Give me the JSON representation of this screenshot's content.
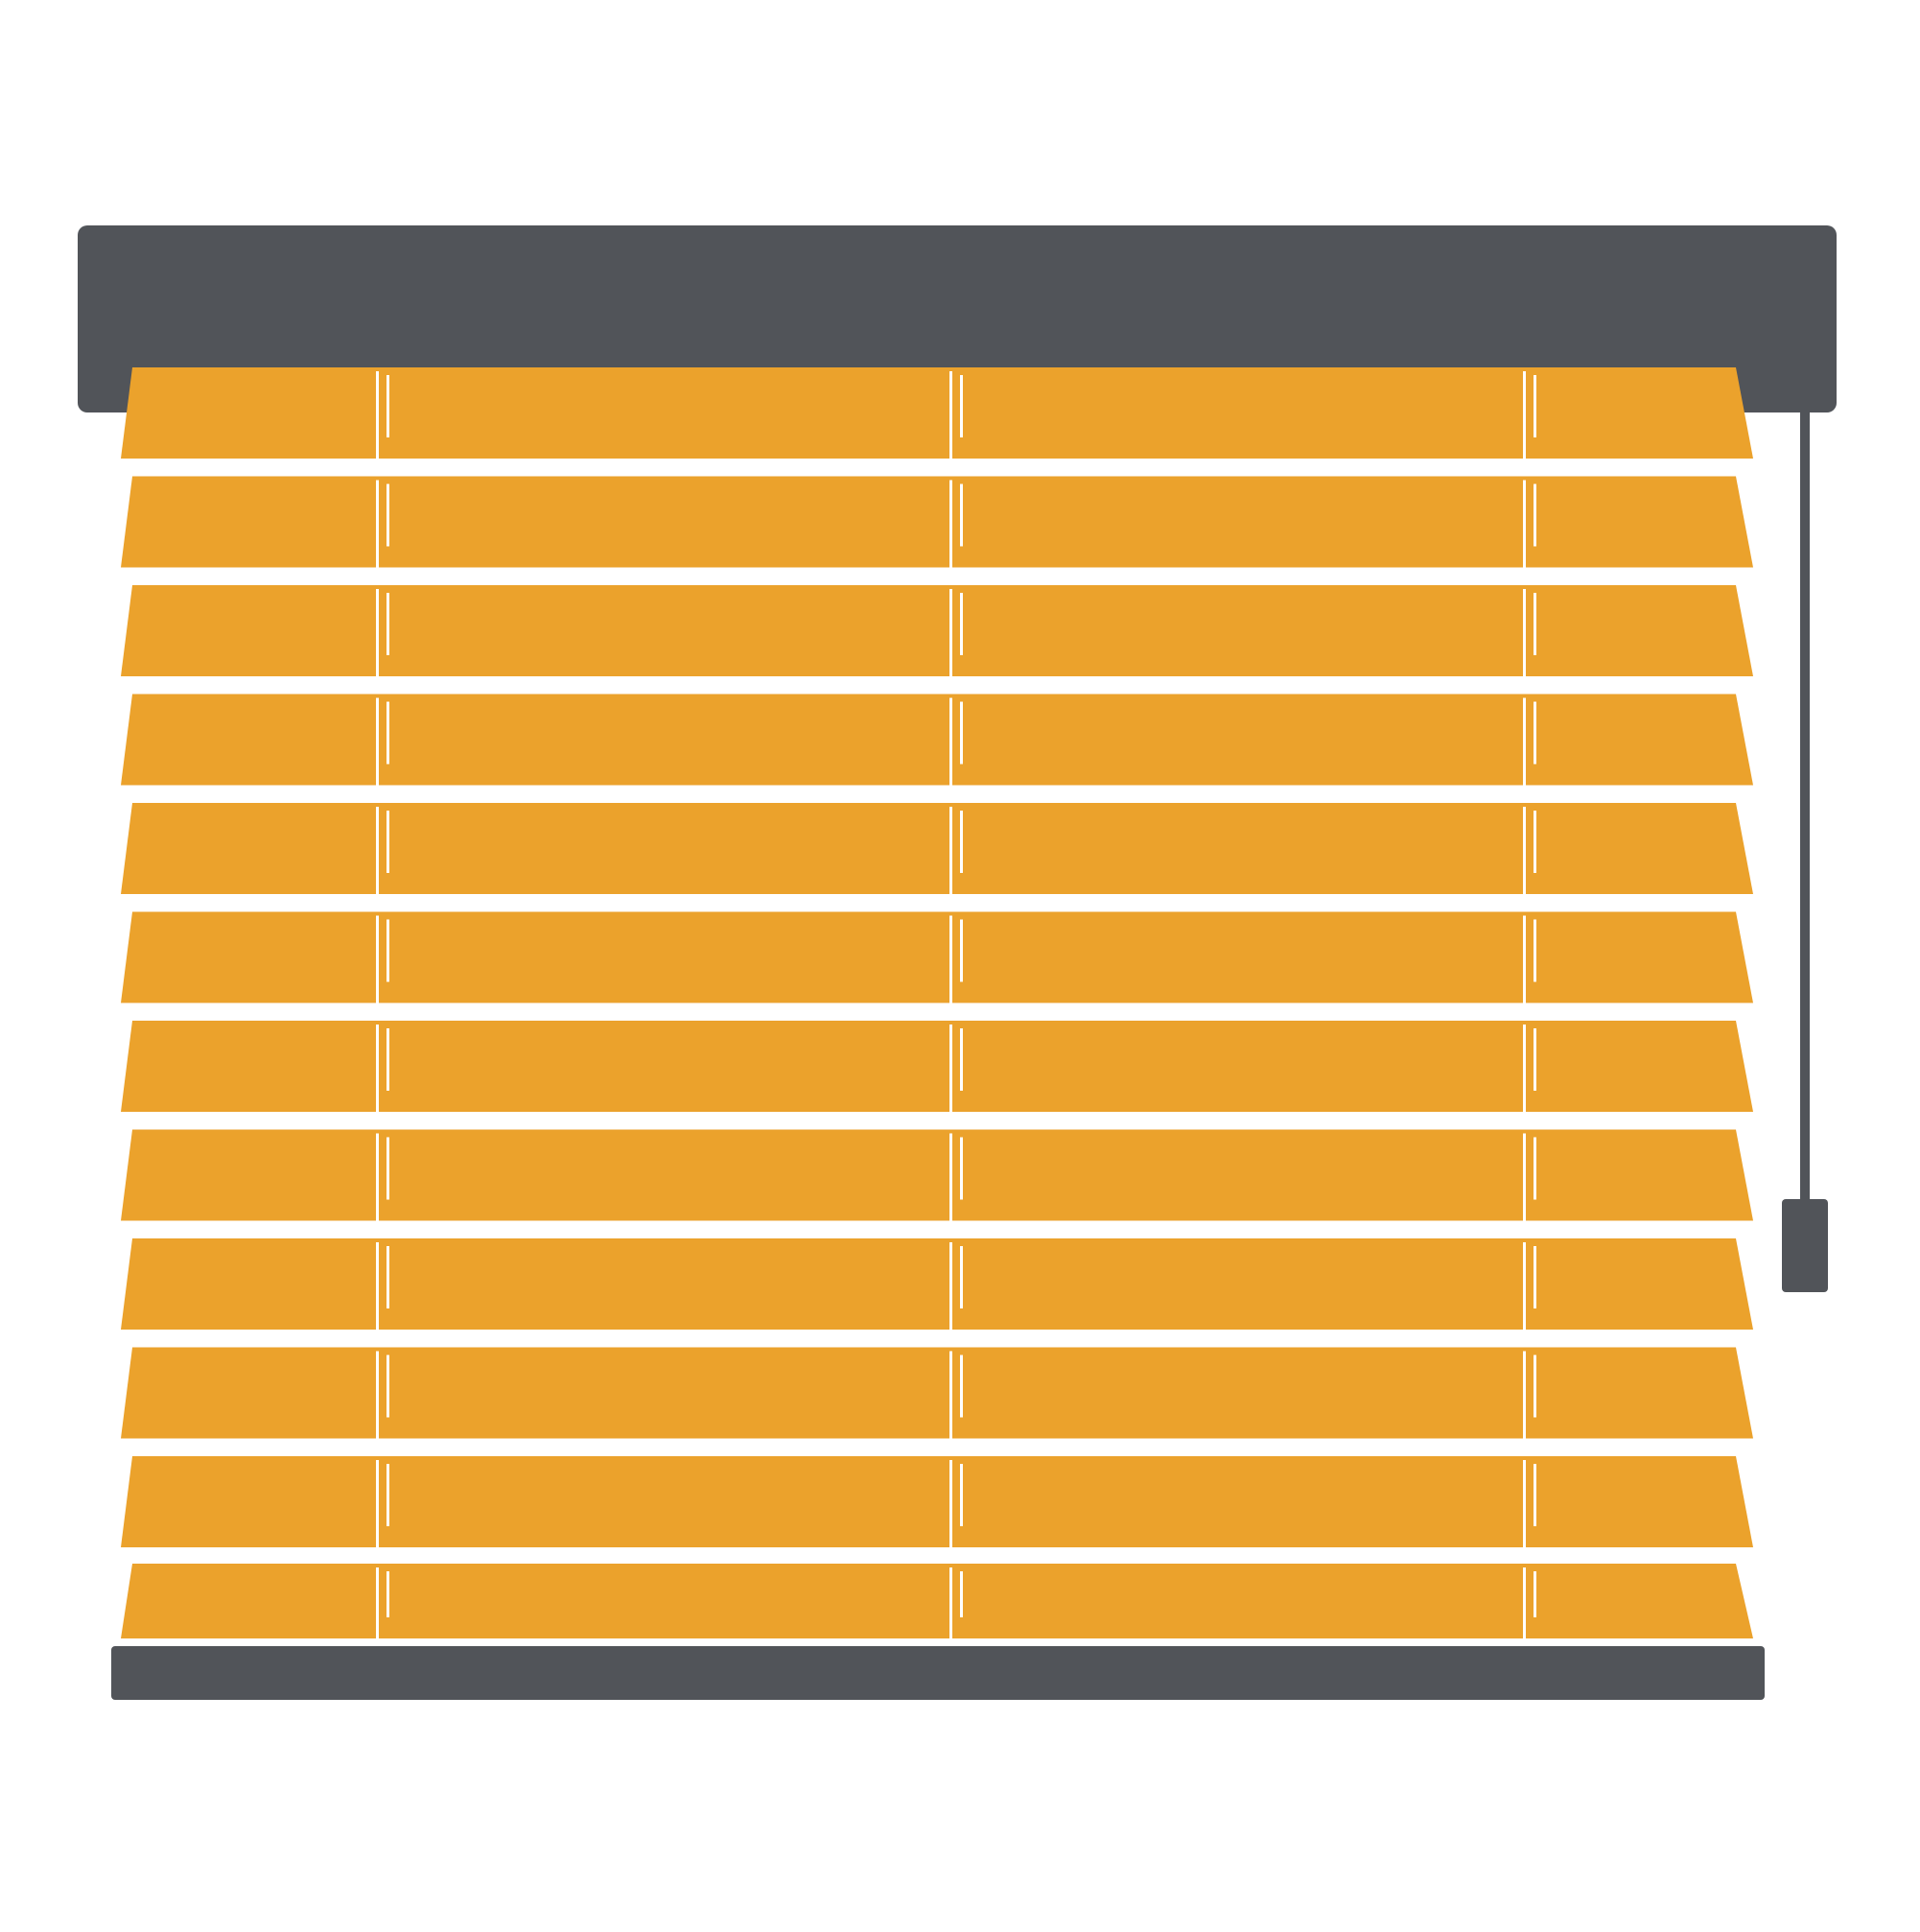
{
  "colors": {
    "background": "#ffffff",
    "headrail": "#515459",
    "bottom_rail": "#515459",
    "cord": "#515459",
    "tassel": "#515459",
    "slat": "#EBA22C",
    "ladder_tape": "#ffffff"
  },
  "blind": {
    "slat_count": 12,
    "ladder_count": 3,
    "cord_side": "right"
  }
}
